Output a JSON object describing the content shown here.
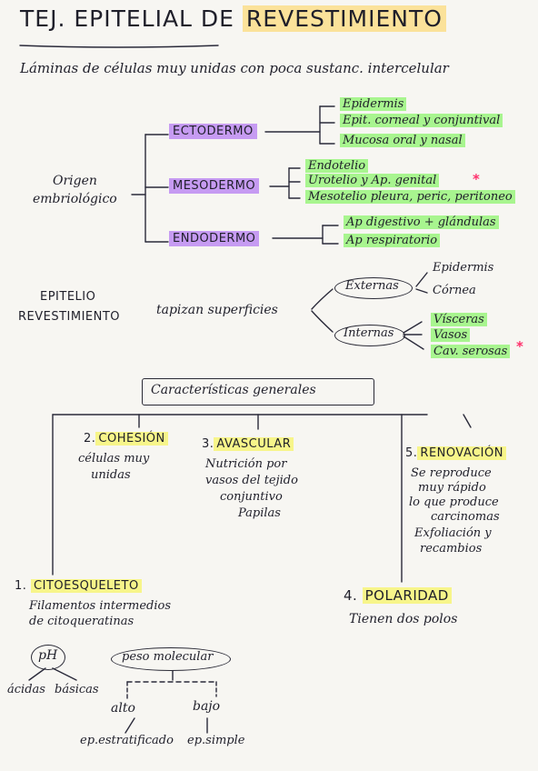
{
  "title": {
    "part1": "TEJ. EPITELIAL DE ",
    "part2": "REVESTIMIENTO"
  },
  "subtitle": "Láminas de células muy unidas con poca sustanc. intercelular",
  "origen": {
    "label1": "Origen",
    "label2": "embriológico",
    "ectodermo": {
      "name": "ECTODERMO",
      "items": [
        "Epidermis",
        "Epit. corneal y conjuntival",
        "Mucosa oral y nasal"
      ]
    },
    "mesodermo": {
      "name": "MESODERMO",
      "items": [
        "Endotelio",
        "Urotelio y Ap. genital",
        "Mesotelio pleura, peric, peritoneo"
      ]
    },
    "endodermo": {
      "name": "ENDODERMO",
      "items": [
        "Ap digestivo + glándulas",
        "Ap respiratorio"
      ]
    },
    "star": "*"
  },
  "epitelio": {
    "label1": "EPITELIO",
    "label2": "REVESTIMIENTO",
    "tapizan": "tapizan superficies",
    "externas": {
      "name": "Externas",
      "items": [
        "Epidermis",
        "Córnea"
      ]
    },
    "internas": {
      "name": "Internas",
      "items": [
        "Vísceras",
        "Vasos",
        "Cav. serosas"
      ]
    },
    "star": "*"
  },
  "caracteristicas": {
    "title": "Características generales",
    "cohesion": {
      "num": "2.",
      "name": "COHESIÓN",
      "desc": [
        "células muy",
        "unidas"
      ]
    },
    "avascular": {
      "num": "3.",
      "name": "AVASCULAR",
      "desc": [
        "Nutrición por",
        "vasos del tejido",
        "conjuntivo",
        "Papilas"
      ]
    },
    "renovacion": {
      "num": "5.",
      "name": "RENOVACIÓN",
      "desc": [
        "Se reproduce",
        "muy rápido",
        "lo que produce",
        "carcinomas",
        "Exfoliación y",
        "recambios"
      ]
    },
    "citoesqueleto": {
      "num": "1.",
      "name": "CITOESQUELETO",
      "desc": [
        "Filamentos intermedios",
        "de citoqueratinas"
      ]
    },
    "polaridad": {
      "num": "4.",
      "name": "POLARIDAD",
      "desc": "Tienen dos polos"
    },
    "ph": "pH",
    "acidas": "ácidas",
    "basicas": "básicas",
    "peso": "peso molecular",
    "alto": "alto",
    "bajo": "bajo",
    "estratificado": "ep.estratificado",
    "simple": "ep.simple"
  }
}
